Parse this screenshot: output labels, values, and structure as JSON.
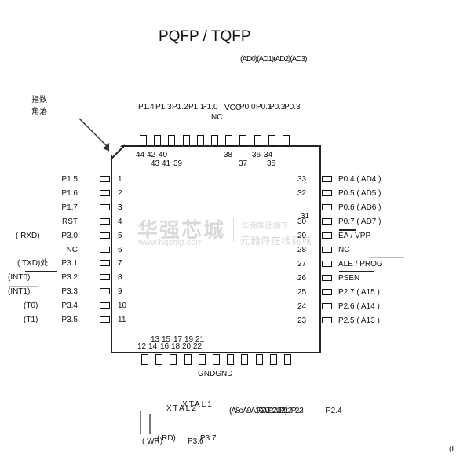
{
  "title": "PQFP / TQFP",
  "corner_label": [
    "指数",
    "角落"
  ],
  "watermark": {
    "brand": "华强芯城",
    "url": "www.hqchip.com",
    "sub1": "华强集团旗下",
    "sub2": "元器件在线商城"
  },
  "top": {
    "ad_labels": "(AD0)(AD1)(AD2)(AD3)",
    "port_labels": [
      "P1.4",
      "P1.3",
      "P1.2",
      "P1.1",
      "P1.0"
    ],
    "vcc": "VCC",
    "nc": "NC",
    "p0_labels": [
      "P0.0",
      "P0.1",
      "P0.2",
      "P0.3"
    ],
    "num_row1": [
      "44",
      "42",
      "40",
      "38",
      "36",
      "34"
    ],
    "num_row2": [
      "43",
      "41",
      "39",
      "37",
      "35"
    ]
  },
  "left_pins": [
    {
      "num": "1",
      "label": "P1.5",
      "alt": ""
    },
    {
      "num": "2",
      "label": "P1.6",
      "alt": ""
    },
    {
      "num": "3",
      "label": "P1.7",
      "alt": ""
    },
    {
      "num": "4",
      "label": "RST",
      "alt": ""
    },
    {
      "num": "5",
      "label": "P3.0",
      "alt": "( RXD)"
    },
    {
      "num": "6",
      "label": "NC",
      "alt": ""
    },
    {
      "num": "7",
      "label": "P3.1",
      "alt": "( TXD)处"
    },
    {
      "num": "8",
      "label": "P3.2",
      "alt": "(INT0)"
    },
    {
      "num": "9",
      "label": "P3.3",
      "alt": "(INT1)"
    },
    {
      "num": "10",
      "label": "P3.4",
      "alt": "(T0)"
    },
    {
      "num": "11",
      "label": "P3.5",
      "alt": "(T1)"
    }
  ],
  "right_pins": [
    {
      "num": "33",
      "label": "P0.4 ( AD4 )"
    },
    {
      "num": "32",
      "label": "P0.5 ( AD5 )"
    },
    {
      "num": "31",
      "label": "P0.6 ( AD6 )"
    },
    {
      "num": "30",
      "label": "P0.7 ( AD7 )"
    },
    {
      "num": "29",
      "label": "EA / VPP"
    },
    {
      "num": "28",
      "label": "NC"
    },
    {
      "num": "27",
      "label": "ALE / PROG"
    },
    {
      "num": "26",
      "label": "PSEN"
    },
    {
      "num": "25",
      "label": "P2.7 ( A15 )"
    },
    {
      "num": "24",
      "label": "P2.6 ( A14 )"
    },
    {
      "num": "23",
      "label": "P2.5 ( A13 )"
    }
  ],
  "bottom": {
    "num_row1": [
      "13",
      "15",
      "17",
      "19",
      "21"
    ],
    "num_row2": [
      "12",
      "14",
      "16",
      "18",
      "20",
      "22"
    ],
    "gnd": "GNDGND",
    "xtal1": "XTAL1",
    "xtal2": "XTAL2",
    "a_labels": "(A8oA9A10A11A12)",
    "p2_labels": "P2.0P2.1P2.2P2.3",
    "p24": "P2.4",
    "wr": "( WR)",
    "rd": "( RD)",
    "p36": "P3.6",
    "p37": "P3.7",
    "edge1": "(I",
    "edge2": "~"
  }
}
